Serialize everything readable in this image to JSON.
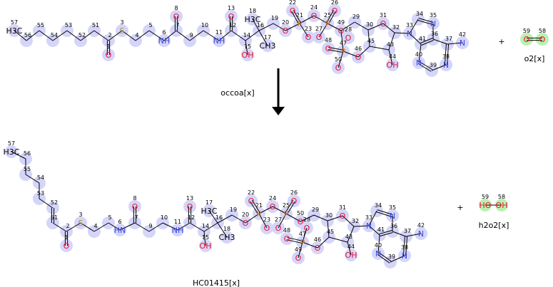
{
  "reaction": {
    "arrow_label": "occoa[x]",
    "plus": "+",
    "colors": {
      "highlight": "#d5d5fa",
      "highlight_small": "#b9f2b0",
      "O": "#e8142f",
      "N": "#3a4bdf",
      "S": "#a59a2c",
      "P": "#e07a10",
      "C": "#000000"
    }
  },
  "molecules": {
    "substrate": {
      "atoms": {
        "1": "O",
        "2": "",
        "3": "S",
        "4": "",
        "5": "",
        "6": "NH",
        "7": "",
        "8": "O",
        "9": "",
        "10": "",
        "11": "NH",
        "12": "",
        "13": "O",
        "14": "",
        "15": "OH",
        "16": "",
        "17": "CH3",
        "18": "H3C",
        "19": "",
        "20": "O",
        "21": "P",
        "22": "O",
        "23": "O",
        "24": "O",
        "25": "P",
        "26": "O",
        "27": "O",
        "28": "O",
        "29": "",
        "30": "",
        "31": "O",
        "32": "",
        "33": "N",
        "34": "",
        "35": "N",
        "36": "",
        "37": "",
        "38": "N",
        "39": "",
        "40": "N",
        "41": "",
        "42": "N",
        "43": "",
        "44": "OH",
        "45": "",
        "46": "O",
        "47": "P",
        "48": "O",
        "49": "O",
        "50": "O",
        "51": "",
        "52": "",
        "53": "",
        "54": "",
        "55": "",
        "56": "",
        "57": "H3C"
      }
    },
    "o2": {
      "name": "o2[x]",
      "atoms": {
        "58": "O",
        "59": "O"
      }
    },
    "product": {
      "name": "HC01415[x]",
      "atoms": {
        "1": "O",
        "2": "",
        "3": "S",
        "4": "",
        "5": "",
        "6": "HN",
        "7": "",
        "8": "O",
        "9": "",
        "10": "",
        "11": "NH",
        "12": "",
        "13": "O",
        "14": "",
        "15": "OH",
        "16": "",
        "17": "H3C",
        "18": "CH3",
        "19": "",
        "20": "O",
        "21": "P",
        "22": "O",
        "23": "O",
        "24": "O",
        "25": "P",
        "26": "O",
        "27": "O",
        "28": "O",
        "29": "",
        "30": "",
        "31": "O",
        "32": "",
        "33": "N",
        "34": "",
        "35": "N",
        "36": "",
        "37": "",
        "38": "N",
        "39": "",
        "40": "N",
        "41": "",
        "42": "N",
        "43": "",
        "44": "OH",
        "45": "",
        "46": "O",
        "47": "P",
        "48": "O",
        "49": "O",
        "50": "O",
        "51": "",
        "52": "",
        "53": "",
        "54": "",
        "55": "",
        "56": "",
        "57": "H3C"
      }
    },
    "h2o2": {
      "name": "h2o2[x]",
      "atoms": {
        "58": "OH",
        "59": "HO"
      }
    }
  }
}
